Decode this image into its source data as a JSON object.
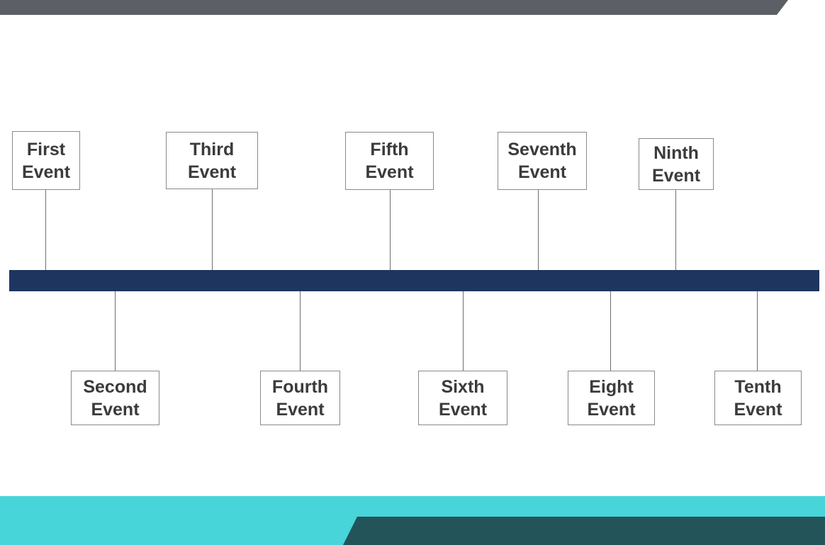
{
  "colors": {
    "axis": "#1e3560",
    "top_bar": "#5c6066",
    "bottom_band": "#47d5d9",
    "bottom_dark": "#22545a",
    "box_border": "#8a8a8a",
    "text": "#3b3b3b"
  },
  "events": [
    {
      "label": "First\nEvent",
      "side": "above",
      "order": 1
    },
    {
      "label": "Second\nEvent",
      "side": "below",
      "order": 2
    },
    {
      "label": "Third\nEvent",
      "side": "above",
      "order": 3
    },
    {
      "label": "Fourth\nEvent",
      "side": "below",
      "order": 4
    },
    {
      "label": "Fifth\nEvent",
      "side": "above",
      "order": 5
    },
    {
      "label": "Sixth\nEvent",
      "side": "below",
      "order": 6
    },
    {
      "label": "Seventh\nEvent",
      "side": "above",
      "order": 7
    },
    {
      "label": "Eight\nEvent",
      "side": "below",
      "order": 8
    },
    {
      "label": "Ninth\nEvent",
      "side": "above",
      "order": 9
    },
    {
      "label": "Tenth\nEvent",
      "side": "below",
      "order": 10
    }
  ]
}
